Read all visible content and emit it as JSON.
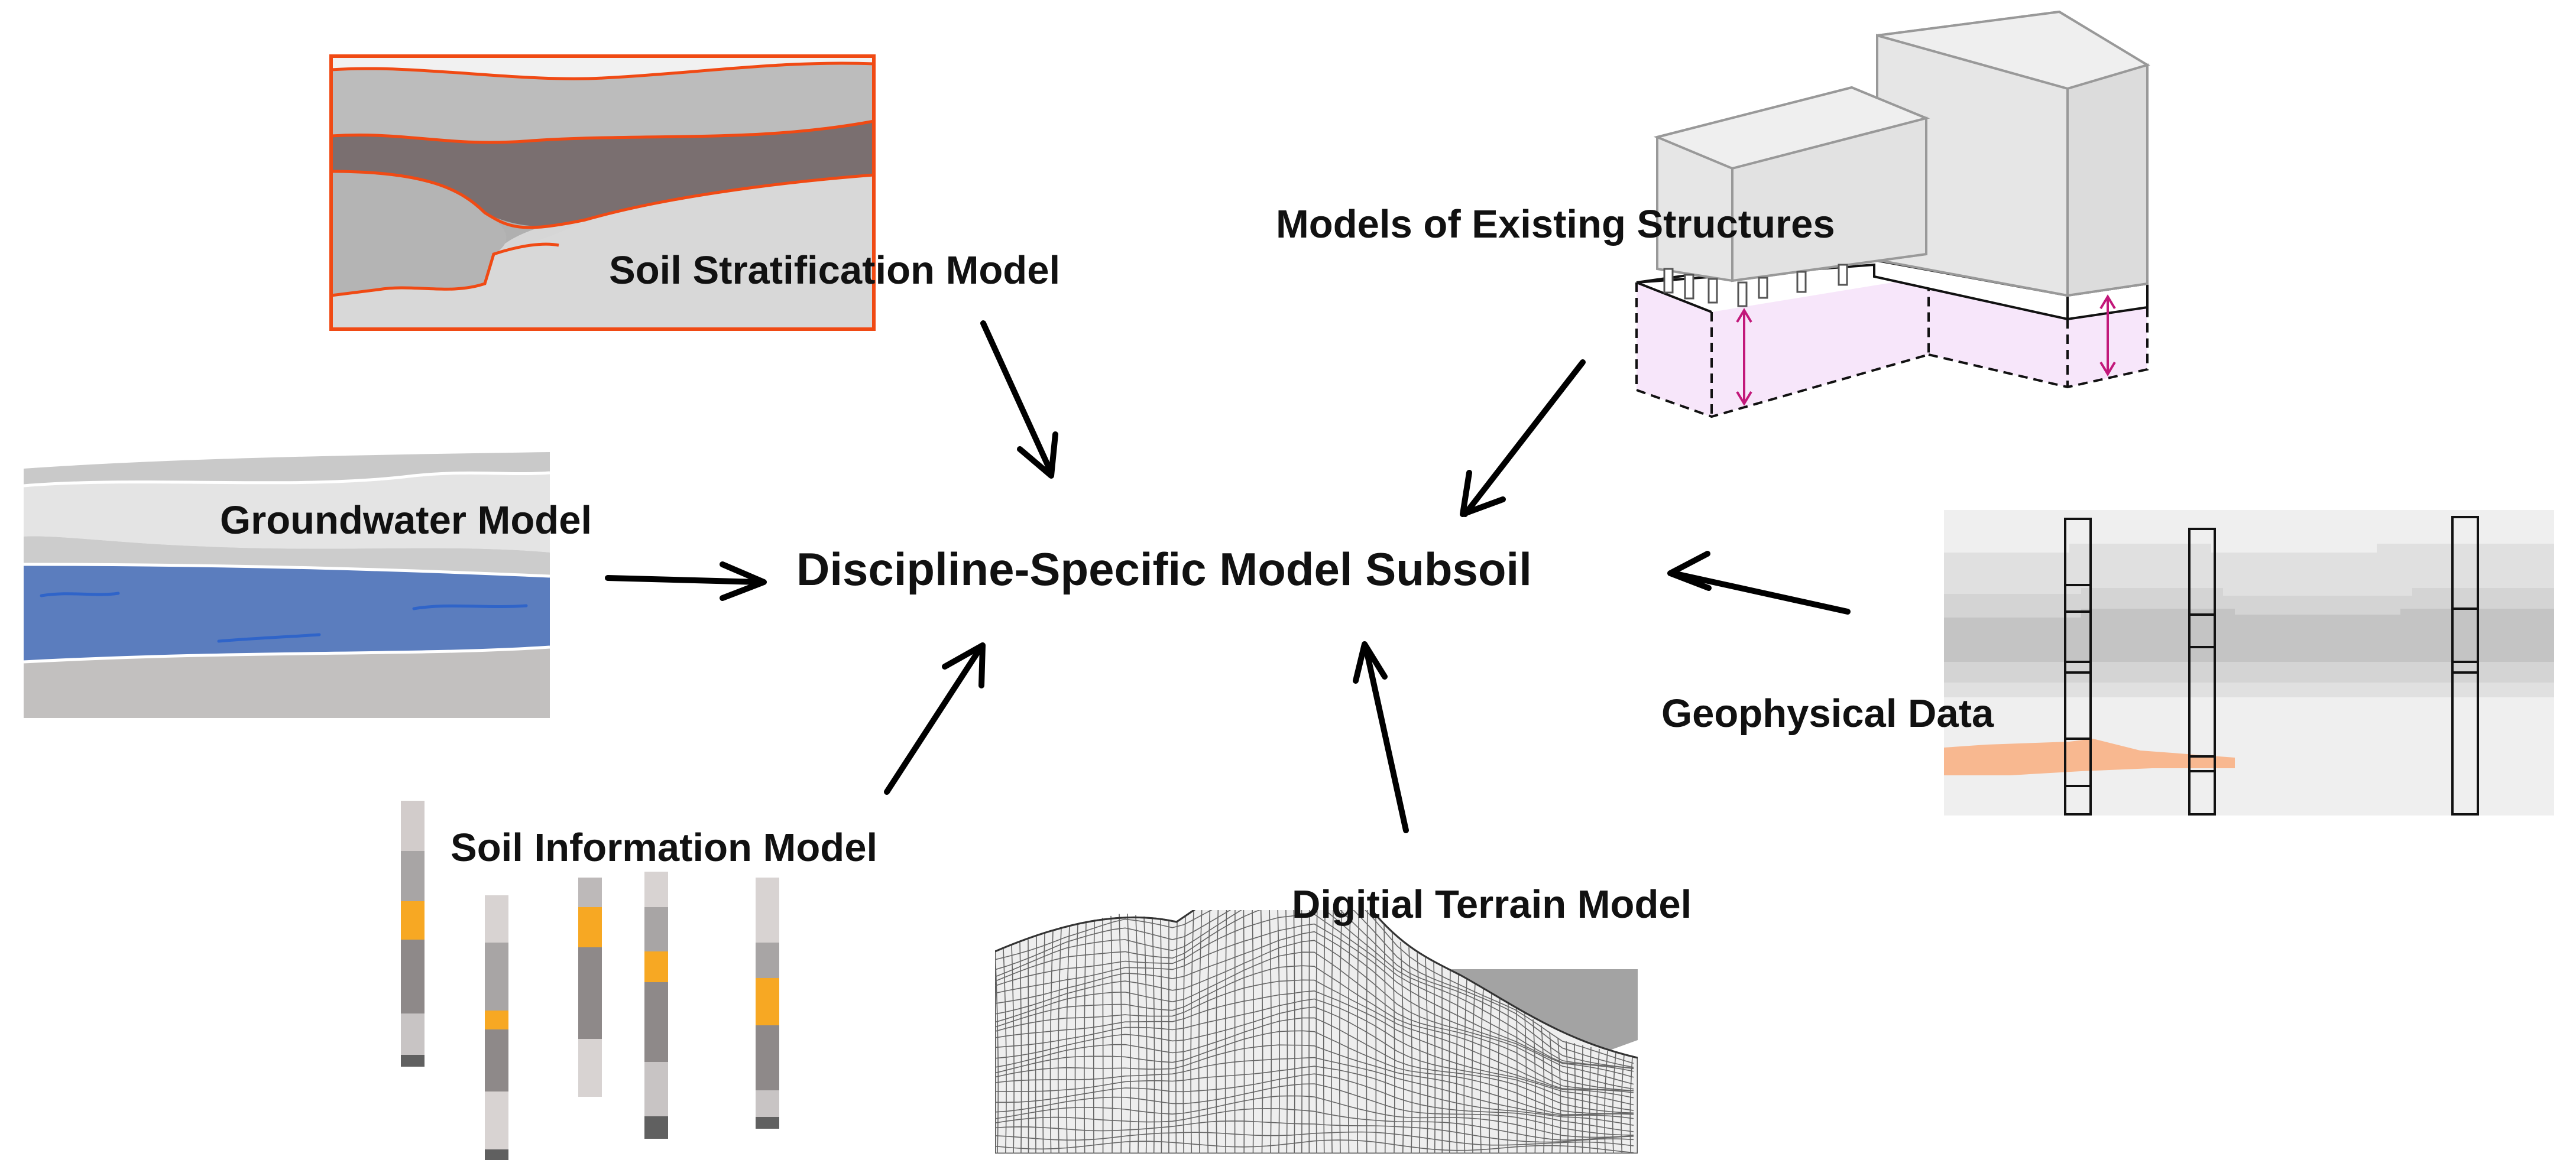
{
  "center_label": "Discipline-Specific Model Subsoil",
  "inputs": {
    "soil_stratification": "Soil Stratification Model",
    "existing_structures": "Models of Existing Structures",
    "groundwater": "Groundwater Model",
    "geophysical": "Geophysical Data",
    "soil_information": "Soil Information Model",
    "terrain": "Digitial Terrain Model"
  },
  "colors": {
    "arrow": "#000000",
    "strat_border": "#f04a14",
    "water": "#5b7dbe",
    "highlight_orange": "#f7a823",
    "geophys_anomaly": "#f8b890",
    "foundation_fill": "#f7e6fa",
    "foundation_arrow": "#c2187a"
  },
  "icons": [
    "soil-stratification-cross-section",
    "building-blocks-illustration",
    "groundwater-cross-section",
    "geophysical-profile-with-boreholes",
    "borehole-logs",
    "terrain-wireframe-mesh"
  ]
}
